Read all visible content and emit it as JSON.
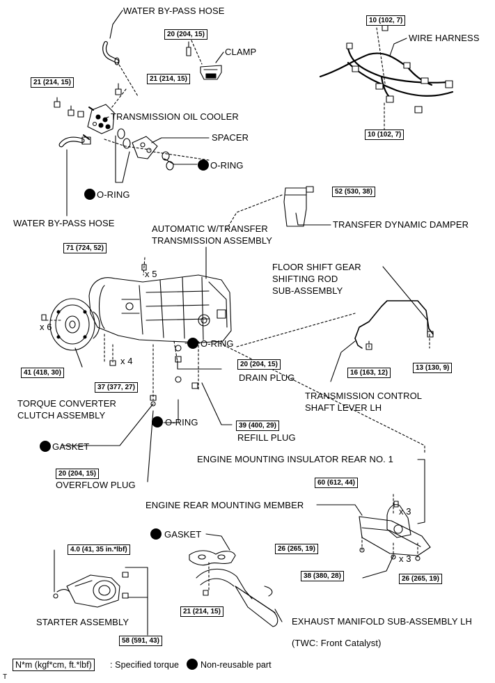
{
  "labels": {
    "water_bypass_hose_top": "WATER BY-PASS HOSE",
    "clamp": "CLAMP",
    "wire_harness": "WIRE HARNESS",
    "trans_oil_cooler": "TRANSMISSION OIL COOLER",
    "spacer": "SPACER",
    "oring_spacer": "O-RING",
    "oring_cooler": "O-RING",
    "water_bypass_hose_bottom": "WATER BY-PASS HOSE",
    "transfer_dynamic_damper": "TRANSFER DYNAMIC DAMPER",
    "auto_trans_line1": "AUTOMATIC W/TRANSFER",
    "auto_trans_line2": "TRANSMISSION ASSEMBLY",
    "floor_shift_line1": "FLOOR SHIFT GEAR",
    "floor_shift_line2": "SHIFTING ROD",
    "floor_shift_line3": "SUB-ASSEMBLY",
    "x5": "x 5",
    "x6": "x 6",
    "x4": "x 4",
    "oring_drain": "O-RING",
    "drain_plug": "DRAIN PLUG",
    "tc_line1": "TORQUE CONVERTER",
    "tc_line2": "CLUTCH ASSEMBLY",
    "shaft_lever_line1": "TRANSMISSION CONTROL",
    "shaft_lever_line2": "SHAFT LEVER LH",
    "oring_refill": "O-RING",
    "refill_plug": "REFILL PLUG",
    "gasket_overflow": "GASKET",
    "engine_mount_insulator": "ENGINE MOUNTING INSULATOR REAR NO. 1",
    "overflow_plug": "OVERFLOW PLUG",
    "engine_rear_member": "ENGINE REAR MOUNTING MEMBER",
    "x3_top": "x 3",
    "x3_bottom": "x 3",
    "gasket_manifold": "GASKET",
    "starter_assembly": "STARTER ASSEMBLY",
    "exhaust_manifold": "EXHAUST MANIFOLD SUB-ASSEMBLY LH",
    "twc_note": "(TWC: Front Catalyst)",
    "corner_mark": "T"
  },
  "torques": {
    "clamp_bolt": "20 (204, 15)",
    "harness_top": "10 (102, 7)",
    "cooler_left": "21 (214, 15)",
    "cooler_right": "21 (214, 15)",
    "harness_bottom": "10 (102, 7)",
    "damper": "52 (530, 38)",
    "trans_x5": "71 (724, 52)",
    "tc_x6": "41 (418, 30)",
    "x4": "37 (377, 27)",
    "drain_plug": "20 (204, 15)",
    "lever_nut": "16 (163, 12)",
    "rod_nut": "13 (130, 9)",
    "refill_plug": "39 (400, 29)",
    "overflow_plug": "20 (204, 15)",
    "insulator_x3": "60 (612, 44)",
    "member_left": "26 (265, 19)",
    "starter_top": "4.0 (41, 35 in.*lbf)",
    "member_x3": "38 (380, 28)",
    "member_right": "26 (265, 19)",
    "manifold": "21 (214, 15)",
    "starter_bottom": "58 (591, 43)"
  },
  "legend": {
    "torque_box": "N*m (kgf*cm, ft.*lbf)",
    "torque_text": ": Specified torque",
    "nonreusable_text": "Non-reusable part"
  }
}
